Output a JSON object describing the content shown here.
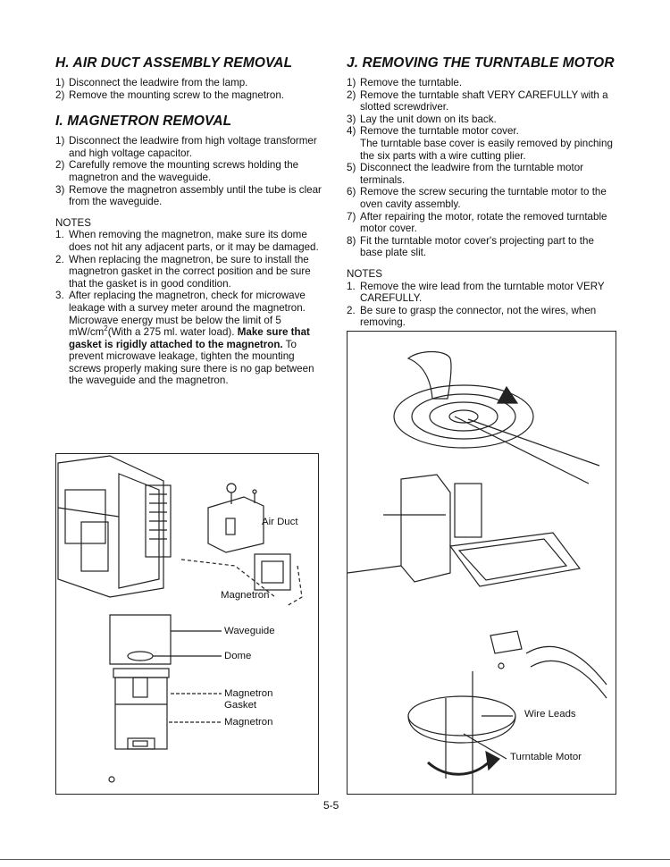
{
  "sections": {
    "air_duct": {
      "title": "H. AIR DUCT ASSEMBLY REMOVAL",
      "steps": [
        {
          "num": "1)",
          "text": "Disconnect the leadwire from the lamp."
        },
        {
          "num": "2)",
          "text": "Remove the mounting screw to the magnetron."
        }
      ]
    },
    "magnetron": {
      "title": "I. MAGNETRON REMOVAL",
      "steps": [
        {
          "num": "1)",
          "text": "Disconnect the leadwire from high voltage transformer and high voltage capacitor."
        },
        {
          "num": "2)",
          "text": "Carefully remove the mounting screws holding the magnetron and the waveguide."
        },
        {
          "num": "3)",
          "text": "Remove the magnetron assembly until the tube is clear from the waveguide."
        }
      ],
      "notes_title": "NOTES",
      "notes": [
        {
          "num": "1.",
          "text": "When removing the magnetron, make sure its dome does not hit any adjacent parts, or it may be damaged."
        },
        {
          "num": "2.",
          "text": "When replacing the magnetron, be sure to install the magnetron gasket in the correct position and be sure that the gasket is in good condition."
        }
      ],
      "note3": {
        "num": "3.",
        "text_a": "After replacing the magnetron, check for microwave leakage with a survey meter around the magnetron. Microwave energy must be below the limit of 5 mW/cm",
        "sup": "2",
        "text_b": "(With a 275 ml. water load). ",
        "bold": "Make sure that gasket is rigidly attached to the magnetron.",
        "text_c": " To prevent microwave leakage, tighten the mounting screws properly making sure there is no gap between the waveguide and the magnetron."
      }
    },
    "turntable": {
      "title": "J. REMOVING THE TURNTABLE MOTOR",
      "steps": [
        {
          "num": "1)",
          "text": "Remove the turntable."
        },
        {
          "num": "2)",
          "text": "Remove the turntable shaft VERY CAREFULLY with a slotted screwdriver."
        },
        {
          "num": "3)",
          "text": "Lay the unit down on its back."
        },
        {
          "num": "4)",
          "text": "Remove the turntable motor cover."
        },
        {
          "num": "",
          "text": "The turntable base cover is easily removed by pinching the six parts with a wire cutting plier."
        },
        {
          "num": "5)",
          "text": "Disconnect the leadwire from the turntable motor terminals."
        },
        {
          "num": "6)",
          "text": "Remove the screw securing the turntable motor to the oven cavity assembly."
        },
        {
          "num": "7)",
          "text": "After repairing the motor, rotate the removed turntable motor cover."
        },
        {
          "num": "8)",
          "text": "Fit the turntable motor cover's projecting part to the base plate slit."
        }
      ],
      "notes_title": "NOTES",
      "notes": [
        {
          "num": "1.",
          "text": "Remove the wire lead from the turntable motor VERY CAREFULLY."
        },
        {
          "num": "2.",
          "text": "Be sure to grasp the connector, not the wires, when removing."
        }
      ]
    }
  },
  "figures": {
    "left_labels": {
      "air_duct": "Air Duct",
      "magnetron_top": "Magnetron",
      "waveguide": "Waveguide",
      "dome": "Dome",
      "gasket_1": "Magnetron",
      "gasket_2": "Gasket",
      "magnetron_bottom": "Magnetron"
    },
    "right_labels": {
      "wire_leads": "Wire Leads",
      "turntable_motor": "Turntable Motor"
    }
  },
  "page_number": "5-5"
}
